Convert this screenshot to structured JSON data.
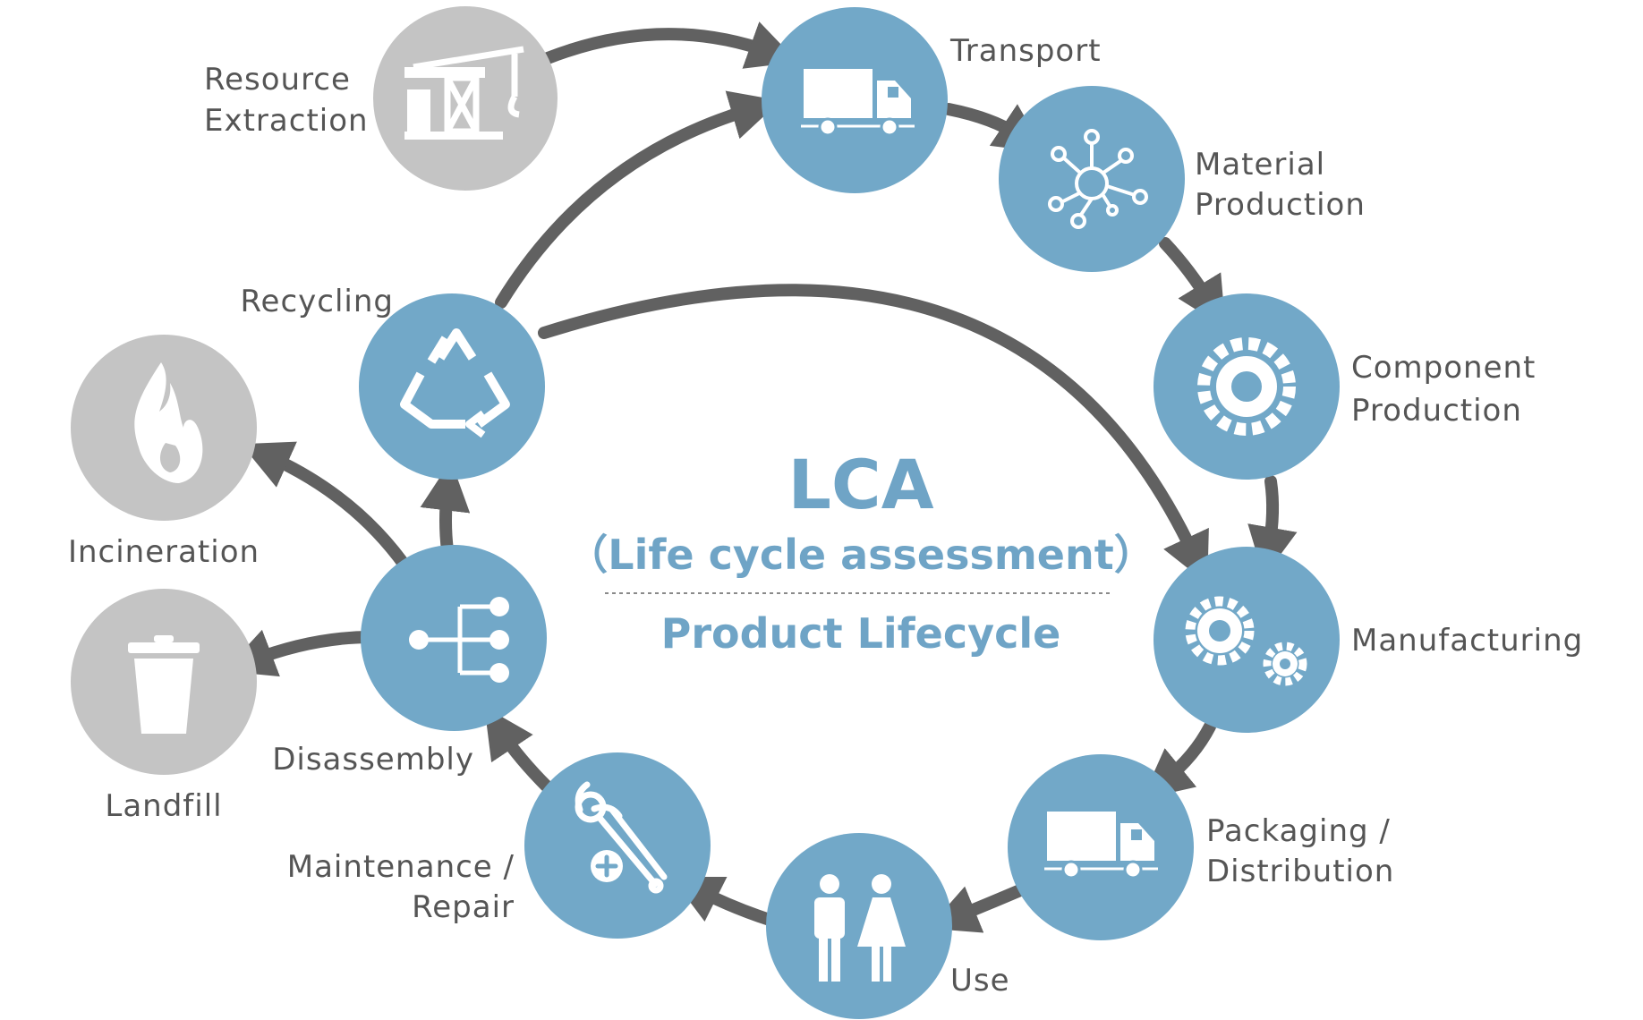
{
  "colors": {
    "stage_circle": "#72a8c8",
    "end_circle": "#c4c4c4",
    "arrow": "#616161",
    "label_text": "#555555",
    "center_text": "#6fa4c6",
    "icon": "#ffffff"
  },
  "center": {
    "title": "LCA",
    "subtitle": "（Life cycle assessment）",
    "caption": "Product Lifecycle"
  },
  "stages": {
    "resource_extraction": {
      "line1": "Resource",
      "line2": "Extraction",
      "icon": "crane-icon"
    },
    "transport": {
      "line1": "Transport",
      "icon": "truck-icon"
    },
    "material_production": {
      "line1": "Material",
      "line2": "Production",
      "icon": "molecule-icon"
    },
    "component_production": {
      "line1": "Component",
      "line2": "Production",
      "icon": "gear-icon"
    },
    "manufacturing": {
      "line1": "Manufacturing",
      "icon": "gears-icon"
    },
    "packaging_distribution": {
      "line1": "Packaging /",
      "line2": "Distribution",
      "icon": "truck-icon"
    },
    "use": {
      "line1": "Use",
      "icon": "people-icon"
    },
    "maintenance_repair": {
      "line1": "Maintenance /",
      "line2": "Repair",
      "icon": "wrench-icon"
    },
    "disassembly": {
      "line1": "Disassembly",
      "icon": "disassembly-icon"
    },
    "recycling": {
      "line1": "Recycling",
      "icon": "recycle-icon"
    },
    "incineration": {
      "line1": "Incineration",
      "icon": "flame-icon"
    },
    "landfill": {
      "line1": "Landfill",
      "icon": "trash-can-icon"
    }
  }
}
